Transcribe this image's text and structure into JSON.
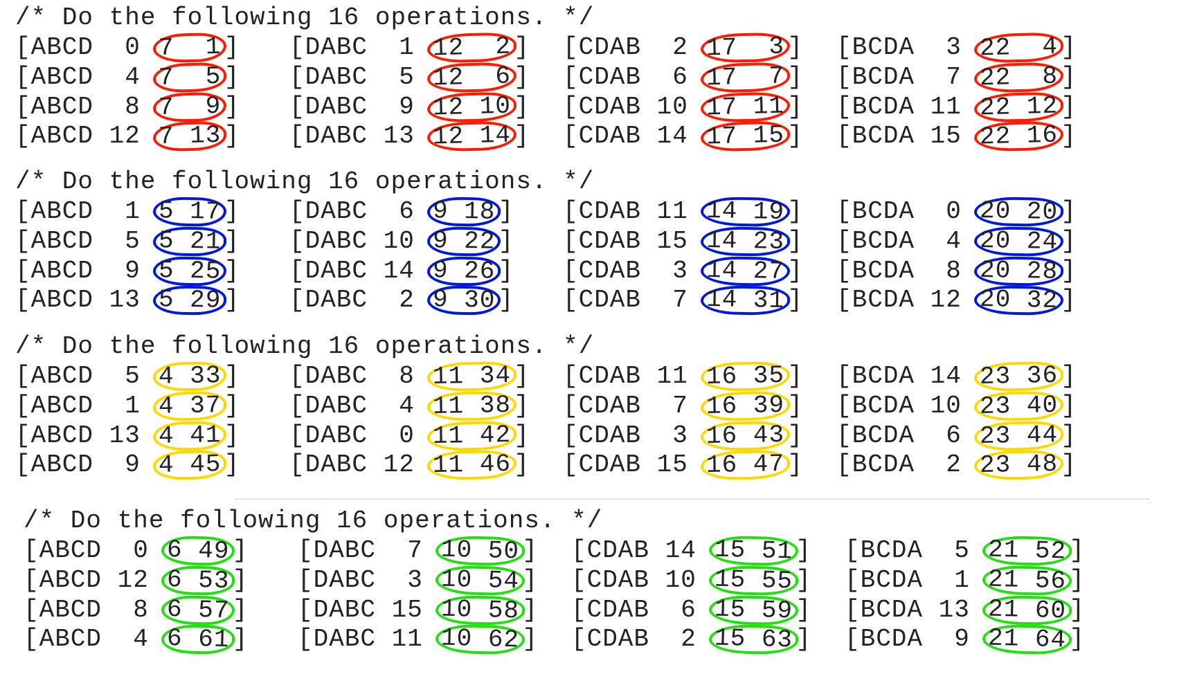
{
  "colors": {
    "text": "#222222",
    "round1_circle": "#ff1a00",
    "round2_circle": "#0018e0",
    "round3_circle": "#ffd800",
    "round4_circle": "#22e010"
  },
  "rounds": [
    {
      "comment": "/* Do the following 16 operations. */",
      "rows": [
        [
          {
            "prefix": "[ABCD  0 ",
            "circled": "7  1",
            "suffix": "]"
          },
          {
            "prefix": "[DABC  1 ",
            "circled": "12  2",
            "suffix": "]"
          },
          {
            "prefix": "[CDAB  2 ",
            "circled": "17  3",
            "suffix": "]"
          },
          {
            "prefix": "[BCDA  3 ",
            "circled": "22  4",
            "suffix": "]"
          }
        ],
        [
          {
            "prefix": "[ABCD  4 ",
            "circled": "7  5",
            "suffix": "]"
          },
          {
            "prefix": "[DABC  5 ",
            "circled": "12  6",
            "suffix": "]"
          },
          {
            "prefix": "[CDAB  6 ",
            "circled": "17  7",
            "suffix": "]"
          },
          {
            "prefix": "[BCDA  7 ",
            "circled": "22  8",
            "suffix": "]"
          }
        ],
        [
          {
            "prefix": "[ABCD  8 ",
            "circled": "7  9",
            "suffix": "]"
          },
          {
            "prefix": "[DABC  9 ",
            "circled": "12 10",
            "suffix": "]"
          },
          {
            "prefix": "[CDAB 10 ",
            "circled": "17 11",
            "suffix": "]"
          },
          {
            "prefix": "[BCDA 11 ",
            "circled": "22 12",
            "suffix": "]"
          }
        ],
        [
          {
            "prefix": "[ABCD 12 ",
            "circled": "7 13",
            "suffix": "]"
          },
          {
            "prefix": "[DABC 13 ",
            "circled": "12 14",
            "suffix": "]"
          },
          {
            "prefix": "[CDAB 14 ",
            "circled": "17 15",
            "suffix": "]"
          },
          {
            "prefix": "[BCDA 15 ",
            "circled": "22 16",
            "suffix": "]"
          }
        ]
      ]
    },
    {
      "comment": "/* Do the following 16 operations. */",
      "rows": [
        [
          {
            "prefix": "[ABCD  1 ",
            "circled": "5 17",
            "suffix": "]"
          },
          {
            "prefix": "[DABC  6 ",
            "circled": "9 18",
            "suffix": "]"
          },
          {
            "prefix": "[CDAB 11 ",
            "circled": "14 19",
            "suffix": "]"
          },
          {
            "prefix": "[BCDA  0 ",
            "circled": "20 20",
            "suffix": "]"
          }
        ],
        [
          {
            "prefix": "[ABCD  5 ",
            "circled": "5 21",
            "suffix": "]"
          },
          {
            "prefix": "[DABC 10 ",
            "circled": "9 22",
            "suffix": "]"
          },
          {
            "prefix": "[CDAB 15 ",
            "circled": "14 23",
            "suffix": "]"
          },
          {
            "prefix": "[BCDA  4 ",
            "circled": "20 24",
            "suffix": "]"
          }
        ],
        [
          {
            "prefix": "[ABCD  9 ",
            "circled": "5 25",
            "suffix": "]"
          },
          {
            "prefix": "[DABC 14 ",
            "circled": "9 26",
            "suffix": "]"
          },
          {
            "prefix": "[CDAB  3 ",
            "circled": "14 27",
            "suffix": "]"
          },
          {
            "prefix": "[BCDA  8 ",
            "circled": "20 28",
            "suffix": "]"
          }
        ],
        [
          {
            "prefix": "[ABCD 13 ",
            "circled": "5 29",
            "suffix": "]"
          },
          {
            "prefix": "[DABC  2 ",
            "circled": "9 30",
            "suffix": "]"
          },
          {
            "prefix": "[CDAB  7 ",
            "circled": "14 31",
            "suffix": "]"
          },
          {
            "prefix": "[BCDA 12 ",
            "circled": "20 32",
            "suffix": "]"
          }
        ]
      ]
    },
    {
      "comment": "/* Do the following 16 operations. */",
      "rows": [
        [
          {
            "prefix": "[ABCD  5 ",
            "circled": "4 33",
            "suffix": "]"
          },
          {
            "prefix": "[DABC  8 ",
            "circled": "11 34",
            "suffix": "]"
          },
          {
            "prefix": "[CDAB 11 ",
            "circled": "16 35",
            "suffix": "]"
          },
          {
            "prefix": "[BCDA 14 ",
            "circled": "23 36",
            "suffix": "]"
          }
        ],
        [
          {
            "prefix": "[ABCD  1 ",
            "circled": "4 37",
            "suffix": "]"
          },
          {
            "prefix": "[DABC  4 ",
            "circled": "11 38",
            "suffix": "]"
          },
          {
            "prefix": "[CDAB  7 ",
            "circled": "16 39",
            "suffix": "]"
          },
          {
            "prefix": "[BCDA 10 ",
            "circled": "23 40",
            "suffix": "]"
          }
        ],
        [
          {
            "prefix": "[ABCD 13 ",
            "circled": "4 41",
            "suffix": "]"
          },
          {
            "prefix": "[DABC  0 ",
            "circled": "11 42",
            "suffix": "]"
          },
          {
            "prefix": "[CDAB  3 ",
            "circled": "16 43",
            "suffix": "]"
          },
          {
            "prefix": "[BCDA  6 ",
            "circled": "23 44",
            "suffix": "]"
          }
        ],
        [
          {
            "prefix": "[ABCD  9 ",
            "circled": "4 45",
            "suffix": "]"
          },
          {
            "prefix": "[DABC 12 ",
            "circled": "11 46",
            "suffix": "]"
          },
          {
            "prefix": "[CDAB 15 ",
            "circled": "16 47",
            "suffix": "]"
          },
          {
            "prefix": "[BCDA  2 ",
            "circled": "23 48",
            "suffix": "]"
          }
        ]
      ]
    },
    {
      "comment": "/* Do the following 16 operations. */",
      "rows": [
        [
          {
            "prefix": "[ABCD  0 ",
            "circled": "6 49",
            "suffix": "]"
          },
          {
            "prefix": "[DABC  7 ",
            "circled": "10 50",
            "suffix": "]"
          },
          {
            "prefix": "[CDAB 14 ",
            "circled": "15 51",
            "suffix": "]"
          },
          {
            "prefix": "[BCDA  5 ",
            "circled": "21 52",
            "suffix": "]"
          }
        ],
        [
          {
            "prefix": "[ABCD 12 ",
            "circled": "6 53",
            "suffix": "]"
          },
          {
            "prefix": "[DABC  3 ",
            "circled": "10 54",
            "suffix": "]"
          },
          {
            "prefix": "[CDAB 10 ",
            "circled": "15 55",
            "suffix": "]"
          },
          {
            "prefix": "[BCDA  1 ",
            "circled": "21 56",
            "suffix": "]"
          }
        ],
        [
          {
            "prefix": "[ABCD  8 ",
            "circled": "6 57",
            "suffix": "]"
          },
          {
            "prefix": "[DABC 15 ",
            "circled": "10 58",
            "suffix": "]"
          },
          {
            "prefix": "[CDAB  6 ",
            "circled": "15 59",
            "suffix": "]"
          },
          {
            "prefix": "[BCDA 13 ",
            "circled": "21 60",
            "suffix": "]"
          }
        ],
        [
          {
            "prefix": "[ABCD  4 ",
            "circled": "6 61",
            "suffix": "]"
          },
          {
            "prefix": "[DABC 11 ",
            "circled": "10 62",
            "suffix": "]"
          },
          {
            "prefix": "[CDAB  2 ",
            "circled": "15 63",
            "suffix": "]"
          },
          {
            "prefix": "[BCDA  9 ",
            "circled": "21 64",
            "suffix": "]"
          }
        ]
      ]
    }
  ]
}
